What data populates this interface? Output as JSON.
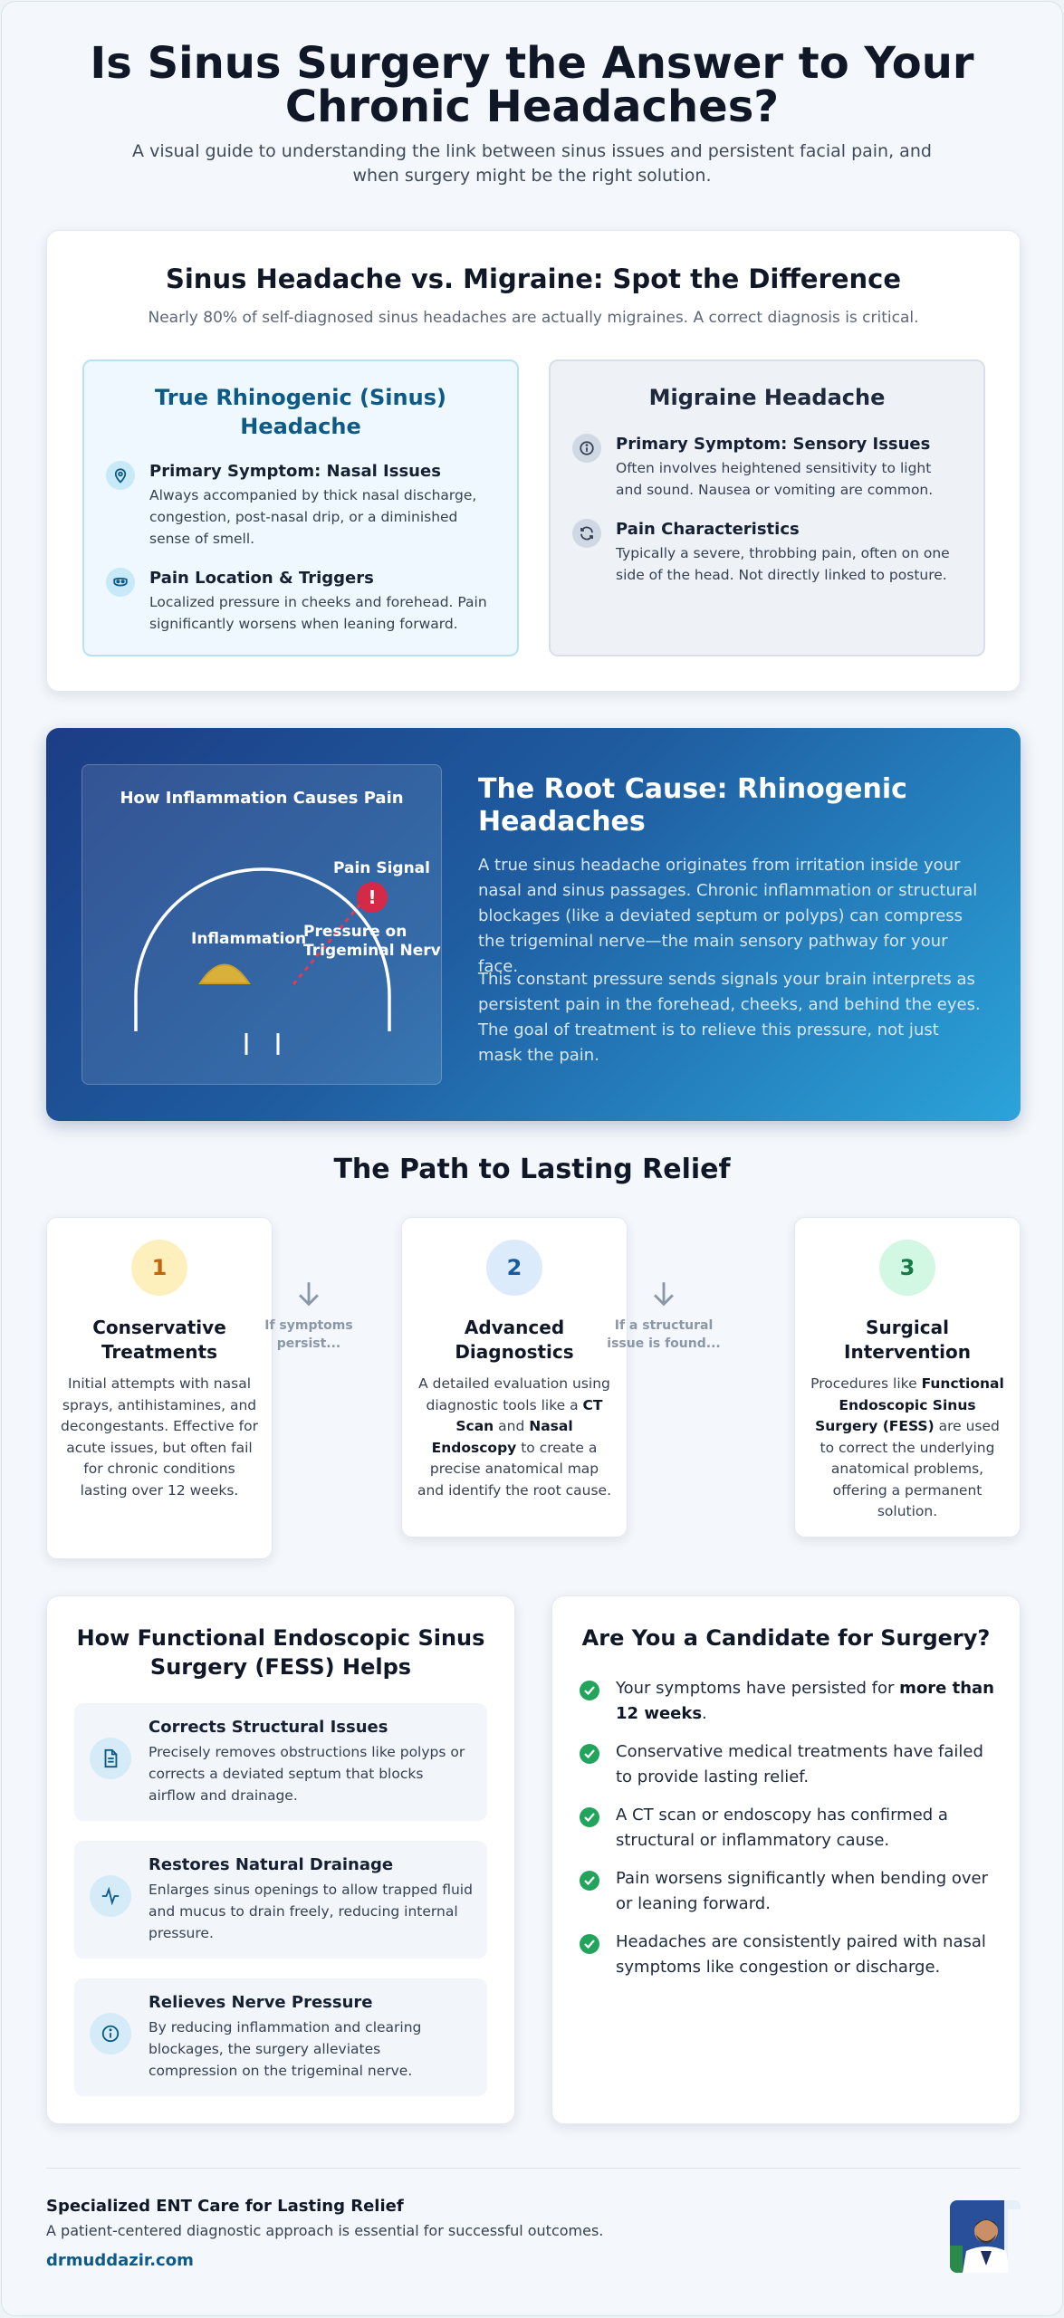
{
  "header": {
    "title": "Is Sinus Surgery the Answer to Your Chronic Headaches?",
    "subtitle": "A visual guide to understanding the link between sinus issues and persistent facial pain, and when surgery might be the right solution."
  },
  "comparison": {
    "title": "Sinus Headache vs. Migraine: Spot the Difference",
    "subtitle": "Nearly 80% of self-diagnosed sinus headaches are actually migraines. A correct diagnosis is critical.",
    "sinus": {
      "title": "True Rhinogenic (Sinus) Headache",
      "items": [
        {
          "icon": "location-pin-icon",
          "title": "Primary Symptom: Nasal Issues",
          "desc": "Always accompanied by thick nasal discharge, congestion, post-nasal drip, or a diminished sense of smell."
        },
        {
          "icon": "mask-icon",
          "title": "Pain Location & Triggers",
          "desc": "Localized pressure in cheeks and forehead. Pain significantly worsens when leaning forward."
        }
      ]
    },
    "migraine": {
      "title": "Migraine Headache",
      "items": [
        {
          "icon": "info-icon",
          "title": "Primary Symptom: Sensory Issues",
          "desc": "Often involves heightened sensitivity to light and sound. Nausea or vomiting are common."
        },
        {
          "icon": "refresh-icon",
          "title": "Pain Characteristics",
          "desc": "Typically a severe, throbbing pain, often on one side of the head. Not directly linked to posture."
        }
      ]
    }
  },
  "root_cause": {
    "diagram_title": "How Inflammation Causes Pain",
    "labels": {
      "pain_signal": "Pain Signal",
      "inflammation": "Inflammation",
      "pressure": "Pressure on",
      "nerve": "Trigeminal Nerve",
      "alert": "!"
    },
    "title": "The Root Cause: Rhinogenic Headaches",
    "p1": "A true sinus headache originates from irritation inside your nasal and sinus passages. Chronic inflammation or structural blockages (like a deviated septum or polyps) can compress the trigeminal nerve—the main sensory pathway for your face.",
    "p2": "This constant pressure sends signals your brain interprets as persistent pain in the forehead, cheeks, and behind the eyes. The goal of treatment is to relieve this pressure, not just mask the pain."
  },
  "path": {
    "title": "The Path to Lasting Relief",
    "steps": [
      {
        "num": "1",
        "title": "Conservative Treatments",
        "desc": "Initial attempts with nasal sprays, antihistamines, and decongestants. Effective for acute issues, but often fail for chronic conditions lasting over 12 weeks."
      },
      {
        "num": "2",
        "title": "Advanced Diagnostics",
        "desc_a": "A detailed evaluation using diagnostic tools like a ",
        "b1": "CT Scan",
        "desc_b": " and ",
        "b2": "Nasal Endoscopy",
        "desc_c": " to create a precise anatomical map and identify the root cause."
      },
      {
        "num": "3",
        "title": "Surgical Intervention",
        "desc_a": "Procedures like ",
        "b1": "Functional Endoscopic Sinus Surgery (FESS)",
        "desc_b": " are used to correct the underlying anatomical problems, offering a permanent solution."
      }
    ],
    "connectors": [
      "If symptoms persist...",
      "If a structural issue is found..."
    ]
  },
  "fess": {
    "title": "How Functional Endoscopic Sinus Surgery (FESS) Helps",
    "items": [
      {
        "icon": "document-icon",
        "title": "Corrects Structural Issues",
        "desc": "Precisely removes obstructions like polyps or corrects a deviated septum that blocks airflow and drainage."
      },
      {
        "icon": "pulse-icon",
        "title": "Restores Natural Drainage",
        "desc": "Enlarges sinus openings to allow trapped fluid and mucus to drain freely, reducing internal pressure."
      },
      {
        "icon": "info-icon",
        "title": "Relieves Nerve Pressure",
        "desc": "By reducing inflammation and clearing blockages, the surgery alleviates compression on the trigeminal nerve."
      }
    ]
  },
  "candidate": {
    "title": "Are You a Candidate for Surgery?",
    "items": [
      {
        "pre": "Your symptoms have persisted for ",
        "bold": "more than 12 weeks",
        "post": "."
      },
      {
        "pre": "Conservative medical treatments have failed to provide lasting relief.",
        "bold": "",
        "post": ""
      },
      {
        "pre": "A CT scan or endoscopy has confirmed a structural or inflammatory cause.",
        "bold": "",
        "post": ""
      },
      {
        "pre": "Pain worsens significantly when bending over or leaning forward.",
        "bold": "",
        "post": ""
      },
      {
        "pre": "Headaches are consistently paired with nasal symptoms like congestion or discharge.",
        "bold": "",
        "post": ""
      }
    ]
  },
  "footer": {
    "title": "Specialized ENT Care for Lasting Relief",
    "subtitle": "A patient-centered diagnostic approach is essential for successful outcomes.",
    "link": "drmuddazir.com"
  },
  "colors": {
    "accent": "#0d5a86",
    "check": "#22a45d",
    "step1": "#fdf0bd",
    "step2": "#dcebfb",
    "step3": "#d2f7e3"
  }
}
